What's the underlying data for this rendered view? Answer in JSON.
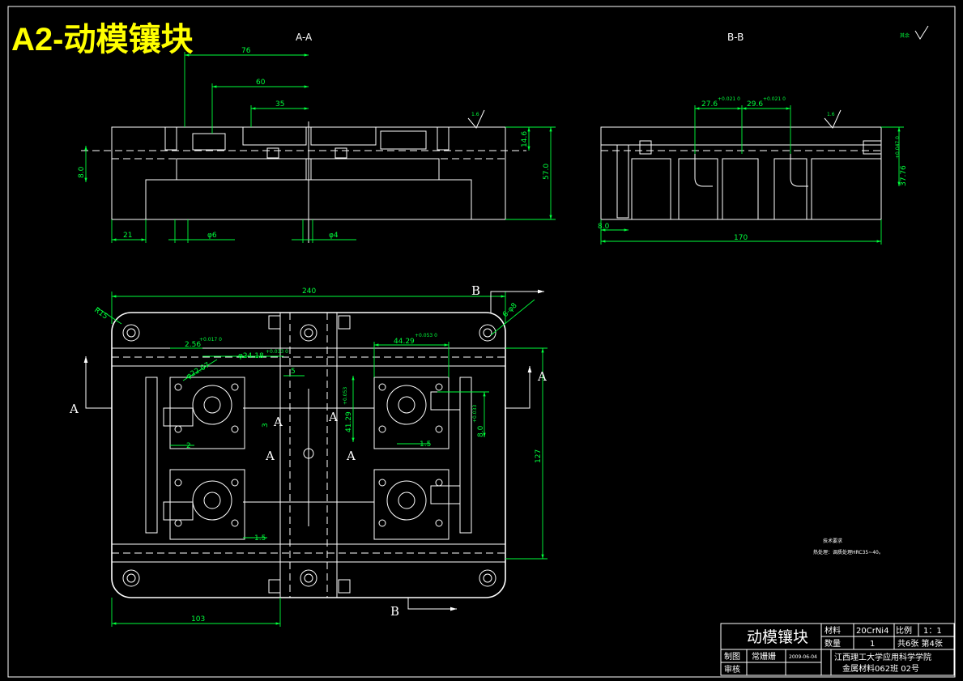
{
  "title": "A2-动模镶块",
  "views": {
    "section_aa_label": "A-A",
    "section_bb_label": "B-B",
    "roughness_mark": "其余",
    "roughness_small": "1.6"
  },
  "dims": {
    "aa_76": "76",
    "aa_60": "60",
    "aa_35": "35",
    "aa_146": "14.6",
    "aa_570": "57.0",
    "aa_80": "8.0",
    "aa_21": "21",
    "aa_phi6": "φ6",
    "aa_phi4": "φ4",
    "bb_276": "27.6",
    "bb_276_tol": "+0.021 0",
    "bb_296": "29.6",
    "bb_296_tol": "+0.021 0",
    "bb_3776": "37.76",
    "bb_3776_tol": "+0.047 0",
    "bb_80": "8.0",
    "bb_170": "170",
    "pv_240": "240",
    "pv_r15": "R15",
    "pv_6phi": "6-φ8",
    "pv_256": "2.56",
    "pv_256_tol": "+0.017 0",
    "pv_2418": "φ24.18",
    "pv_2418_tol": "+0.033 0",
    "pv_2207": "φ22.07",
    "pv_4429": "44.29",
    "pv_4429_tol": "+0.053 0",
    "pv_5": "5",
    "pv_4": "41.29",
    "pv_4_tol": "+0.053",
    "pv_3": "3",
    "pv_2": "2",
    "pv_15a": "1.5",
    "pv_15b": "1.5",
    "pv_80": "8.0",
    "pv_80_tol": "+0.033",
    "pv_127": "127",
    "pv_103": "103"
  },
  "section_letters": {
    "a_left": "A",
    "a_right": "A",
    "b_top": "B",
    "b_bottom": "B",
    "a_c1": "A",
    "a_c2": "A",
    "a_c3": "A",
    "a_c4": "A"
  },
  "tech_notes": {
    "heading": "技术要求",
    "line1": "热处理：调质处理HRC35~40。"
  },
  "title_block": {
    "part_name": "动模镶块",
    "material_label": "材料",
    "material_value": "20CrNi4",
    "scale_label": "比例",
    "scale_value": "1：1",
    "qty_label": "数量",
    "qty_value": "1",
    "sheets": "共6张  第4张",
    "drawn_label": "制图",
    "drawn_name": "常姗姗",
    "date": "2009-06-04",
    "checked_label": "审核",
    "school": "江西理工大学应用科学学院",
    "class_no": "金属材料062班   02号"
  }
}
